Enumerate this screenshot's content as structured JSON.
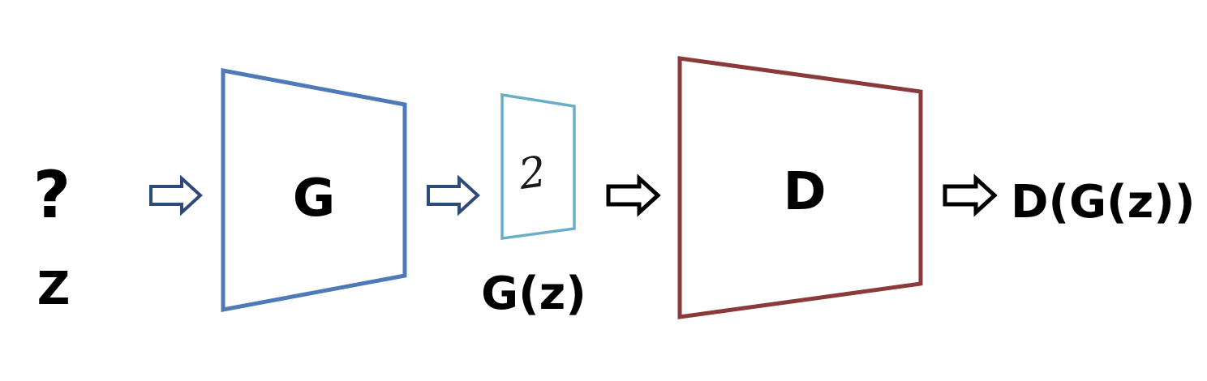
{
  "input": {
    "symbol": "?",
    "label": "Z"
  },
  "generator": {
    "label": "G",
    "color": "#4f7ab8"
  },
  "generated_sample": {
    "label": "G(z)",
    "digit": "2",
    "color": "#6aaec8"
  },
  "discriminator": {
    "label": "D",
    "color": "#8b3a3a"
  },
  "output": {
    "label": "D(G(z))"
  },
  "arrows": {
    "blue_color": "#2c4a7c",
    "black_color": "#000000"
  }
}
